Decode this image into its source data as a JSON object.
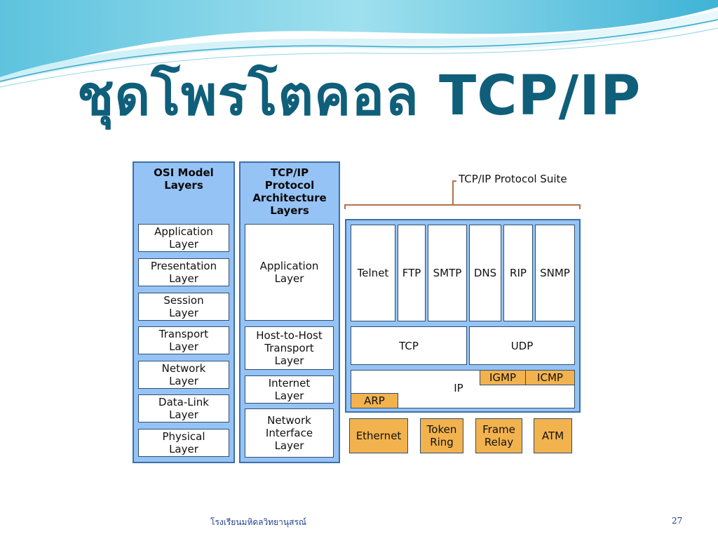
{
  "title": "ชุดโพรโตคอล TCP/IP",
  "osi": {
    "header": "OSI Model\nLayers",
    "layers": [
      "Application\nLayer",
      "Presentation\nLayer",
      "Session\nLayer",
      "Transport\nLayer",
      "Network\nLayer",
      "Data-Link\nLayer",
      "Physical\nLayer"
    ]
  },
  "tcpip": {
    "header": "TCP/IP\nProtocol\nArchitecture\nLayers",
    "layers": [
      "Application\nLayer",
      "Host-to-Host\nTransport\nLayer",
      "Internet\nLayer",
      "Network\nInterface\nLayer"
    ]
  },
  "suite": {
    "label": "TCP/IP Protocol Suite",
    "application": [
      "Telnet",
      "FTP",
      "SMTP",
      "DNS",
      "RIP",
      "SNMP"
    ],
    "transport": [
      "TCP",
      "UDP"
    ],
    "internet": {
      "ip": "IP",
      "igmp": "IGMP",
      "icmp": "ICMP",
      "arp": "ARP"
    },
    "network_interface": [
      "Ethernet",
      "Token\nRing",
      "Frame\nRelay",
      "ATM"
    ]
  },
  "footer": {
    "school": "โรงเรียนมหิดลวิทยานุสรณ์",
    "page": "27"
  },
  "colors": {
    "title": "#0f5f7a",
    "layer_bg": "#96c3f5",
    "protocol_orange": "#f2b24e",
    "wave": "#7fd3e8"
  }
}
